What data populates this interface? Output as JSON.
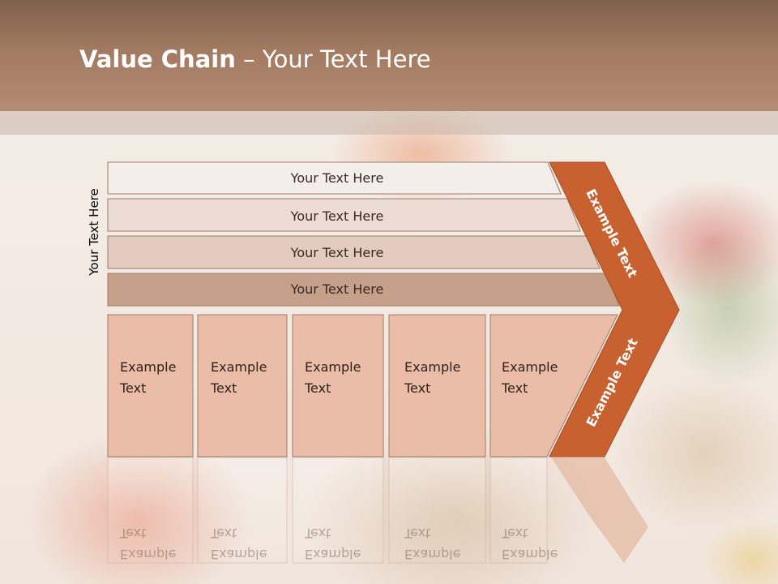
{
  "title": {
    "bold": "Value Chain",
    "rest": " – Your Text Here"
  },
  "side_label": "Your Text Here",
  "bars": [
    {
      "label": "Your Text Here",
      "fill": "#f4eeea"
    },
    {
      "label": "Your Text Here",
      "fill": "#ecdcd3"
    },
    {
      "label": "Your Text Here",
      "fill": "#e3ccbf"
    },
    {
      "label": "Your Text Here",
      "fill": "#c7a08b"
    }
  ],
  "cells": [
    {
      "line1": "Example",
      "line2": "Text"
    },
    {
      "line1": "Example",
      "line2": "Text"
    },
    {
      "line1": "Example",
      "line2": "Text"
    },
    {
      "line1": "Example",
      "line2": "Text"
    },
    {
      "line1": "Example",
      "line2": "Text"
    }
  ],
  "chevron": {
    "top_label": "Example Text",
    "bottom_label": "Example Text",
    "fill": "#c8612f"
  },
  "colors": {
    "header": "#a27a62",
    "cell_fill": "#ebbda8",
    "cell_stroke": "#9c7a68"
  }
}
